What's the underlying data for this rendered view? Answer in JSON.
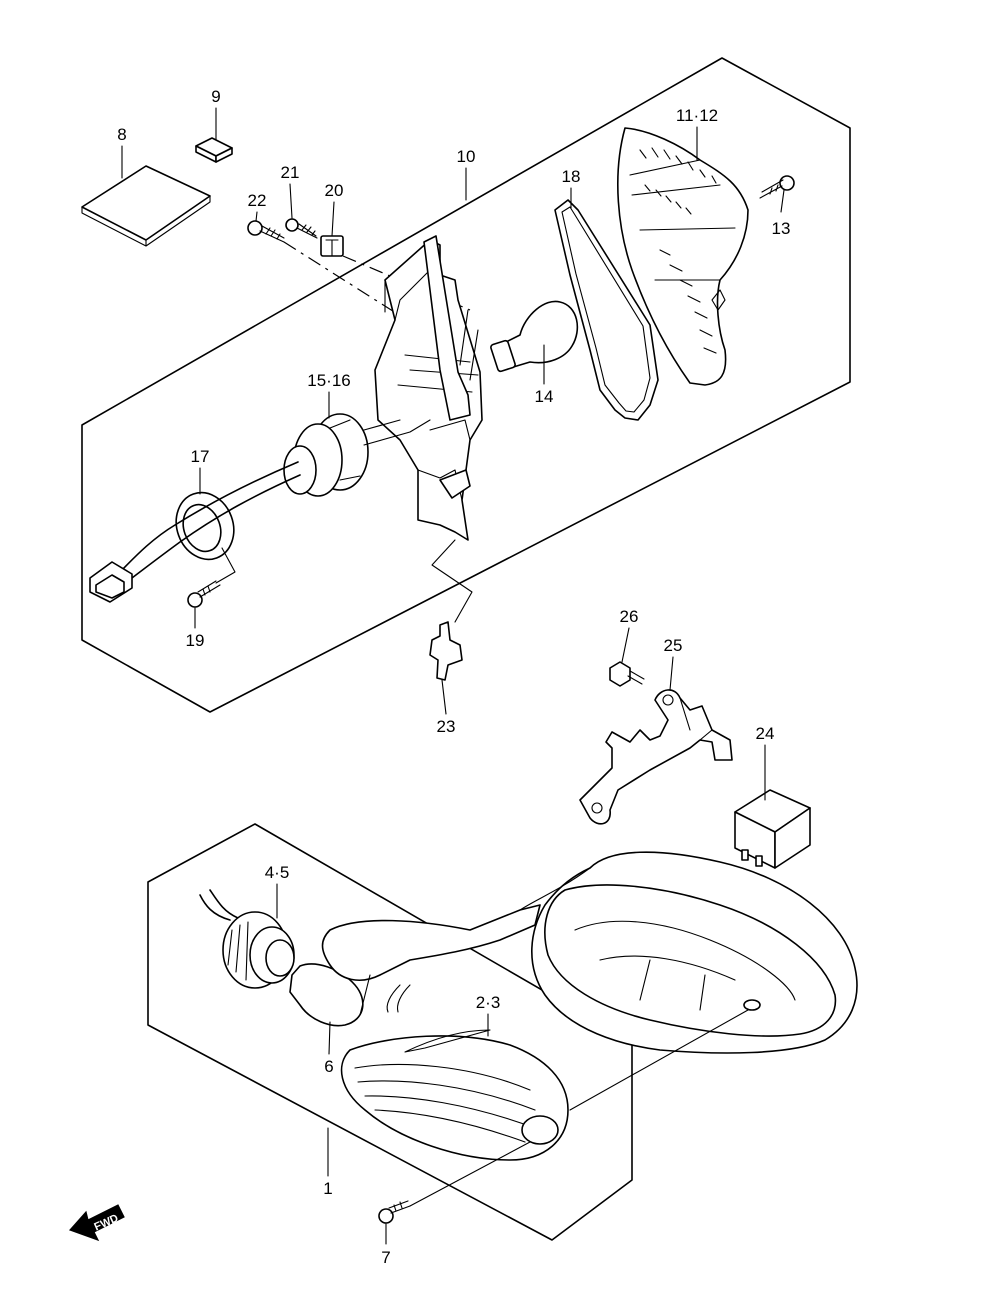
{
  "diagram": {
    "labels": {
      "p1": "1",
      "p2_3": "2·3",
      "p4_5": "4·5",
      "p6": "6",
      "p7": "7",
      "p8": "8",
      "p9": "9",
      "p10": "10",
      "p11_12": "11·12",
      "p13": "13",
      "p14": "14",
      "p15_16": "15·16",
      "p17": "17",
      "p18": "18",
      "p19": "19",
      "p20": "20",
      "p21": "21",
      "p22": "22",
      "p23": "23",
      "p24": "24",
      "p25": "25",
      "p26": "26"
    },
    "direction_badge": "FWD"
  }
}
